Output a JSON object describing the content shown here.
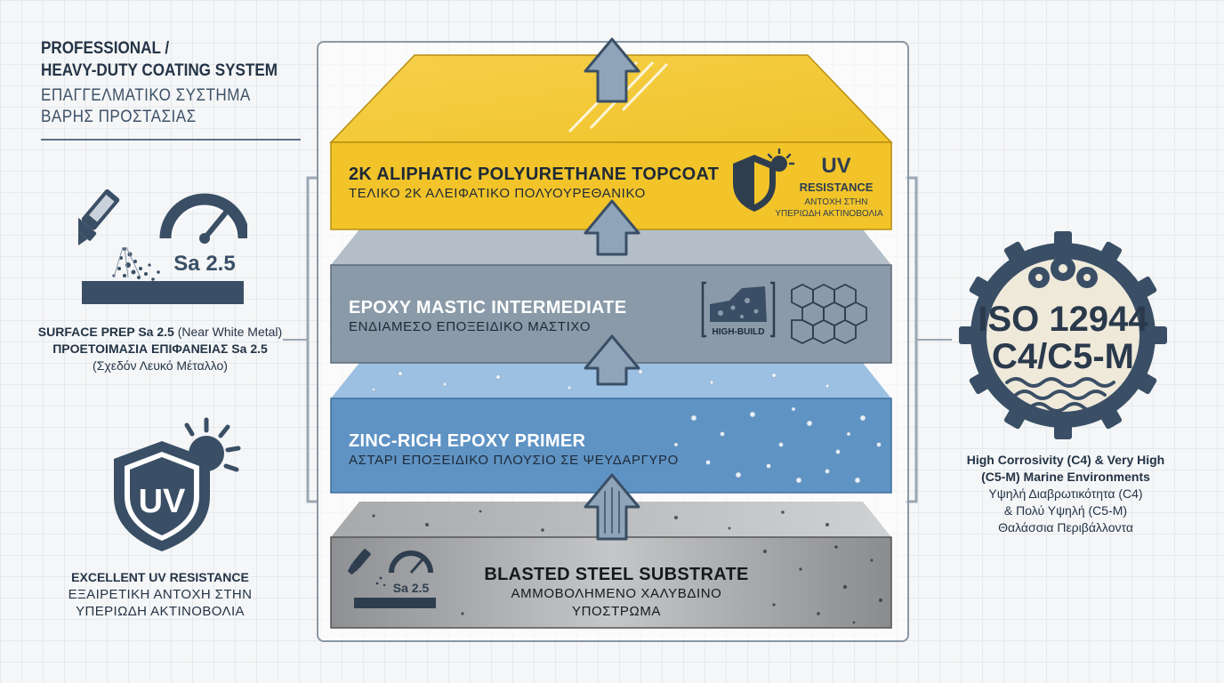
{
  "title": {
    "en": "PROFESSIONAL /\nHEAVY-DUTY COATING SYSTEM",
    "gr": "ΕΠΑΓΓΕΛΜΑΤΙΚΟ ΣΥΣΤΗΜΑ\nΒΑΡΗΣ ΠΡΟΣΤΑΣΙΑΣ"
  },
  "surface_prep": {
    "gauge_label": "Sa 2.5",
    "line1_bold": "SURFACE PREP Sa 2.5",
    "line1_normal": " (Near White Metal)",
    "line2": "ΠΡΟΕΤΟΙΜΑΣΙΑ ΕΠΙΦΑΝΕΙΑΣ Sa 2.5",
    "line3": "(Σχεδόν Λευκό Μέταλλο)"
  },
  "uv_feature": {
    "badge": "UV",
    "line1": "EXCELLENT UV RESISTANCE",
    "line2": "ΕΞΑΙΡΕΤΙΚΗ ΑΝΤΟΧΗ ΣΤΗΝ",
    "line3": "ΥΠΕΡΙΩΔΗ ΑΚΤΙΝΟΒΟΛΙΑ"
  },
  "layers": {
    "topcoat": {
      "en": "2K ALIPHATIC POLYURETHANE TOPCOAT",
      "gr": "ΤΕΛΙΚΟ 2Κ ΑΛΕΙΦΑΤΙΚΟ ΠΟΛΥΟΥΡΕΘΑΝΙΚΟ",
      "badge_title": "UV",
      "badge_sub": "RESISTANCE",
      "badge_gr1": "ΑΝΤΟΧΗ ΣΤΗΝ",
      "badge_gr2": "ΥΠΕΡΙΩΔΗ ΑΚΤΙΝΟΒΟΛΙΑ",
      "color": "#f2c42a"
    },
    "intermediate": {
      "en": "EPOXY MASTIC INTERMEDIATE",
      "gr": "ΕΝΔΙΑΜΕΣΟ ΕΠΟΞΕΙΔΙΚΟ ΜΑΣΤΙΧΟ",
      "badge": "HIGH-BUILD",
      "color": "#8a9aa8"
    },
    "primer": {
      "en": "ZINC-RICH EPOXY PRIMER",
      "gr": "ΑΣΤΑΡΙ ΕΠΟΞΕΙΔΙΚΟ ΠΛΟΥΣΙΟ ΣΕ ΨΕΥΔΑΡΓΥΡΟ",
      "color": "#5f93c4"
    },
    "substrate": {
      "en": "BLASTED STEEL SUBSTRATE",
      "gr": "ΑΜΜΟΒΟΛΗΜΕΝΟ ΧΑΛΥΒΔΙΝΟ ΥΠΟΣΤΡΩΜΑ",
      "badge": "Sa 2.5",
      "color": "#9a9c9f"
    }
  },
  "iso": {
    "line1": "ISO 12944",
    "line2": "C4/C5-M",
    "desc1": "High Corrosivity (C4) & Very High",
    "desc2": "(C5-M) Marine Environments",
    "desc3": "Υψηλή Διαβρωτικότητα (C4)",
    "desc4": "& Πολύ Υψηλή (C5-M)",
    "desc5": "Θαλάσσια Περιβάλλοντα"
  },
  "colors": {
    "navy": "#3a4f66",
    "yellow": "#f2c42a",
    "blue": "#5f93c4",
    "slate": "#8a9aa8",
    "steel": "#9a9c9f"
  }
}
